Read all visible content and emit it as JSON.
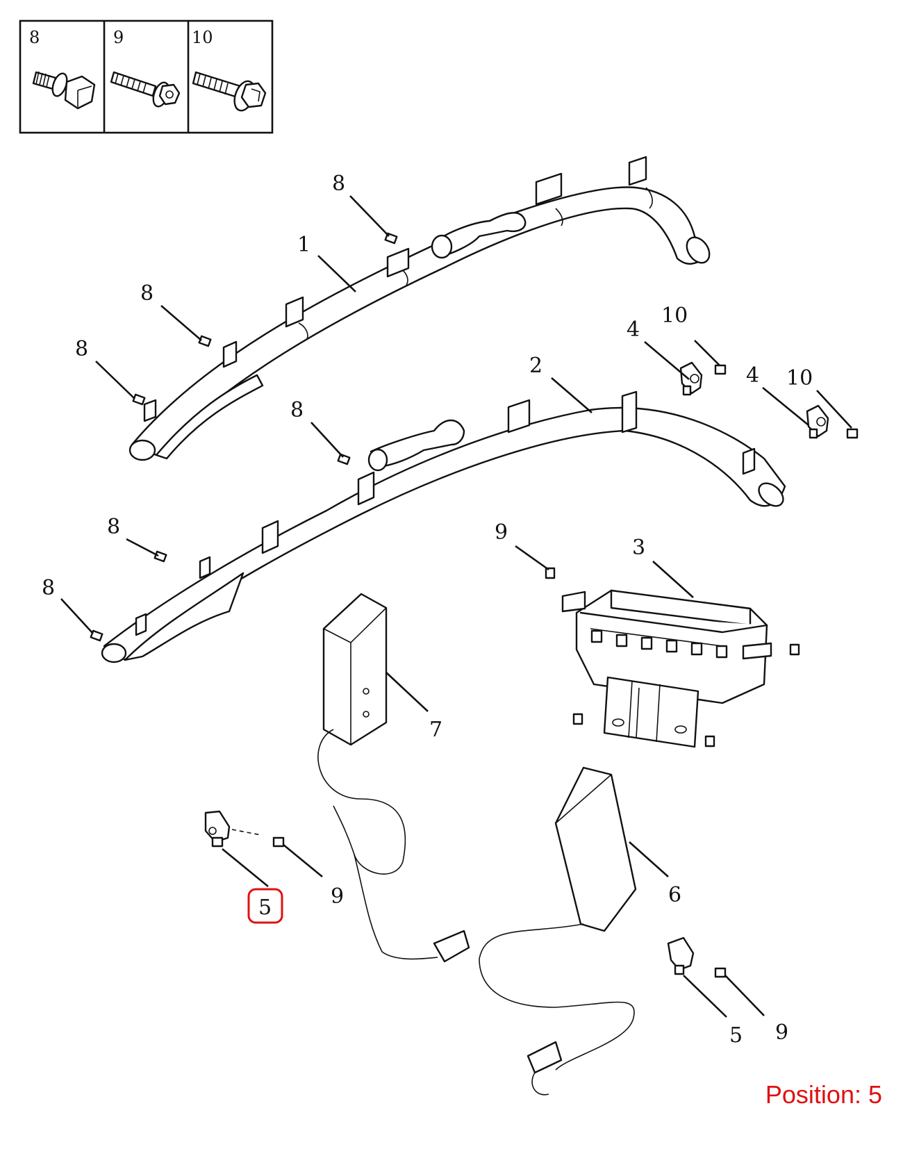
{
  "legend": {
    "items": [
      {
        "num": "8",
        "icon": "hex-bolt-washer-icon"
      },
      {
        "num": "9",
        "icon": "flange-bolt-small-icon"
      },
      {
        "num": "10",
        "icon": "flange-bolt-large-icon"
      }
    ]
  },
  "callouts": {
    "c1": "1",
    "c2": "2",
    "c3": "3",
    "c4a": "4",
    "c4b": "4",
    "c5a": "5",
    "c5b": "5",
    "c6": "6",
    "c7": "7",
    "c8a": "8",
    "c8b": "8",
    "c8c": "8",
    "c8d": "8",
    "c8e": "8",
    "c8f": "8",
    "c9a": "9",
    "c9b": "9",
    "c9c": "9",
    "c10a": "10",
    "c10b": "10"
  },
  "position_label": "Position: 5",
  "highlight_color": "#e01010"
}
